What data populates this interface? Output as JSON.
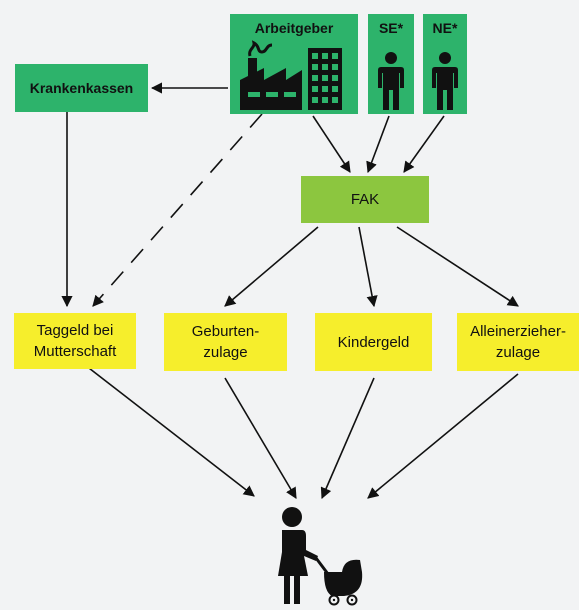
{
  "nodes": {
    "arbeitgeber": {
      "label": "Arbeitgeber",
      "icon": "factory-icon"
    },
    "se": {
      "label": "SE*",
      "icon": "person-icon"
    },
    "ne": {
      "label": "NE*",
      "icon": "person-icon"
    },
    "krankenkassen": {
      "label": "Krankenkassen"
    },
    "fak": {
      "label": "FAK"
    },
    "taggeld": {
      "label": "Taggeld bei\nMutterschaft"
    },
    "geburtenzulage": {
      "label": "Geburten-\nzulage"
    },
    "kindergeld": {
      "label": "Kindergeld"
    },
    "alleinerzieherzulage": {
      "label": "Alleinerzieher-\nzulage"
    },
    "recipient": {
      "icon": "mother-with-stroller-icon"
    }
  },
  "colors": {
    "background": "#f2f3f4",
    "green": "#2db36b",
    "lime": "#8cc63f",
    "yellow": "#f6ee2c",
    "arrow": "#111111"
  }
}
